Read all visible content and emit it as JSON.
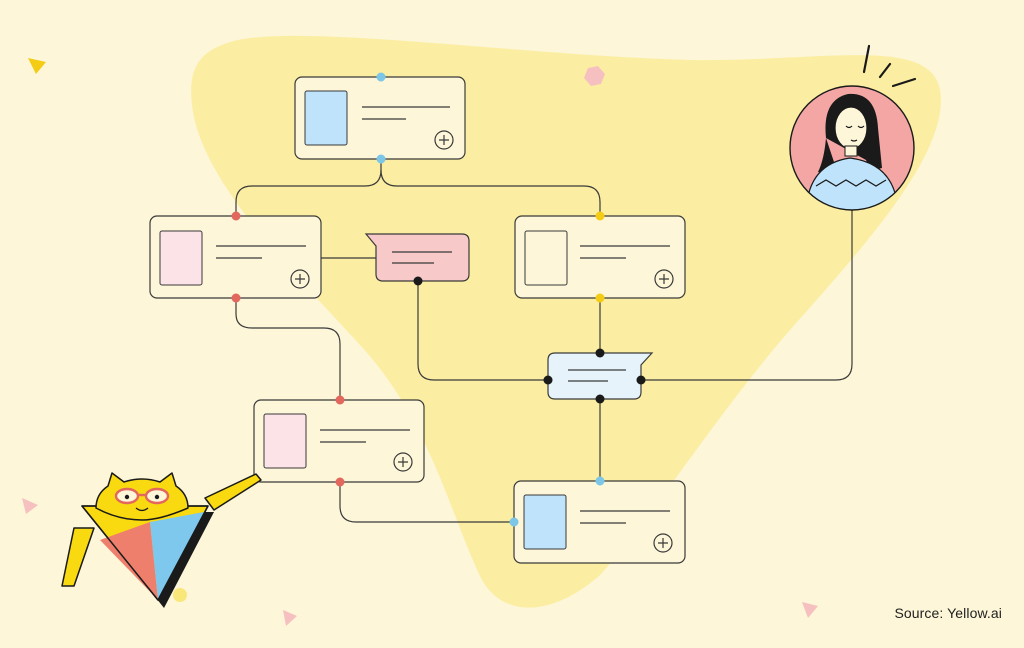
{
  "diagram": {
    "nodes": [
      {
        "id": "top-card",
        "type": "card",
        "thumb_color": "#bfe3fb",
        "add_glyph": "+"
      },
      {
        "id": "left-card",
        "type": "card",
        "thumb_color": "#fbe3e8",
        "add_glyph": "+"
      },
      {
        "id": "right-card",
        "type": "card",
        "thumb_color": "#fdf6d8",
        "add_glyph": "+"
      },
      {
        "id": "mid-card",
        "type": "card",
        "thumb_color": "#fbe3e8",
        "add_glyph": "+"
      },
      {
        "id": "bottom-card",
        "type": "card",
        "thumb_color": "#bfe3fb",
        "add_glyph": "+"
      },
      {
        "id": "pink-bubble",
        "type": "speech-bubble",
        "fill": "#f7c9c9"
      },
      {
        "id": "blue-bubble",
        "type": "speech-bubble",
        "fill": "#e6f3fb"
      },
      {
        "id": "user-avatar",
        "type": "avatar",
        "bg": "#f3a6a3"
      },
      {
        "id": "bot-mascot",
        "type": "mascot"
      }
    ],
    "edges": [
      {
        "from": "top-card",
        "to": "left-card"
      },
      {
        "from": "top-card",
        "to": "right-card"
      },
      {
        "from": "left-card",
        "to": "pink-bubble"
      },
      {
        "from": "left-card",
        "to": "mid-card"
      },
      {
        "from": "pink-bubble",
        "to": "blue-bubble"
      },
      {
        "from": "right-card",
        "to": "blue-bubble"
      },
      {
        "from": "user-avatar",
        "to": "blue-bubble"
      },
      {
        "from": "blue-bubble",
        "to": "bottom-card"
      },
      {
        "from": "mid-card",
        "to": "bottom-card"
      }
    ]
  },
  "colors": {
    "background": "#fdf6d8",
    "blob": "#fbeea2",
    "line": "#3a3a3a",
    "dot_blue": "#7cc6e8",
    "dot_red": "#e2685e",
    "dot_yellow": "#f5cc15",
    "dot_black": "#1a1a1a",
    "mascot_yellow": "#f9d90f",
    "mascot_blue": "#7ec8ee",
    "mascot_red": "#ef7f6d"
  },
  "source": "Source: Yellow.ai"
}
